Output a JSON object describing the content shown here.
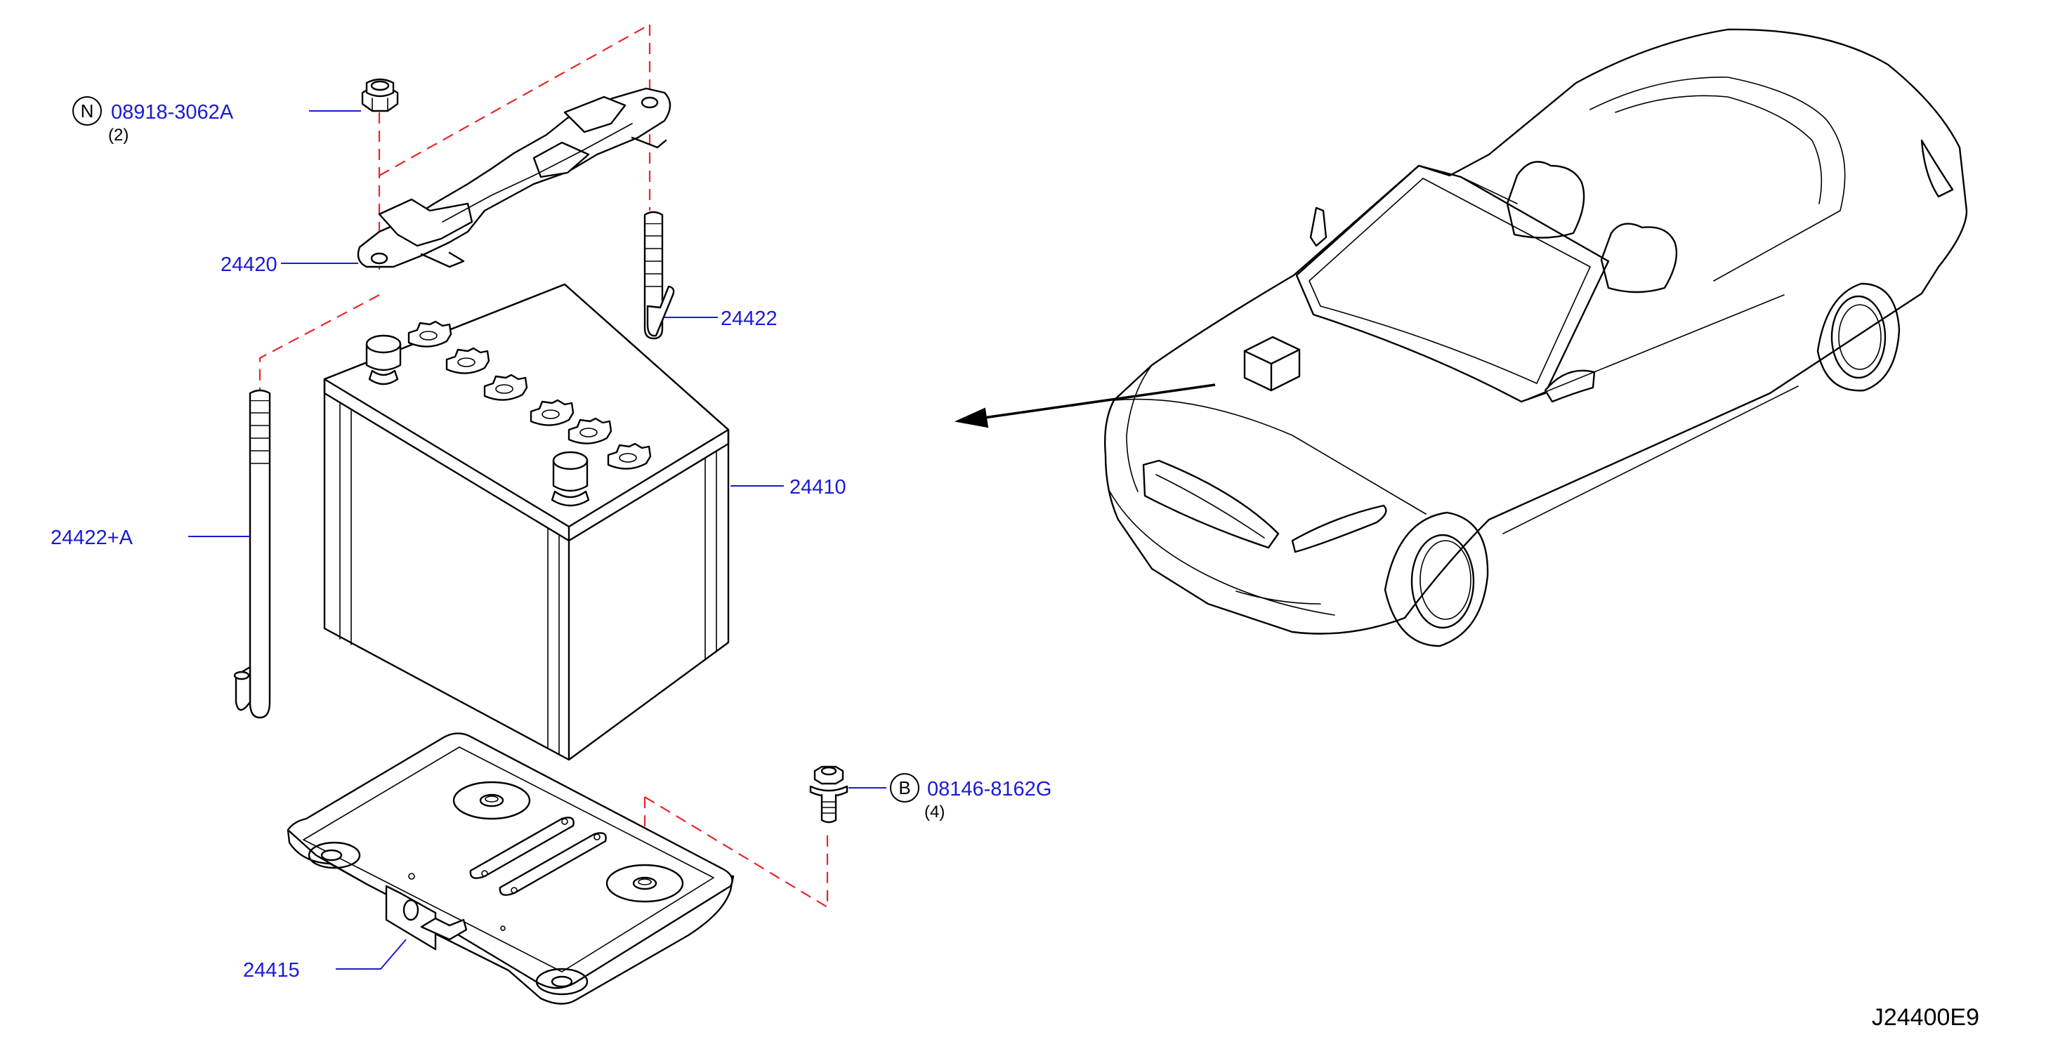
{
  "diagram_code": "J24400E9",
  "colors": {
    "label": "#1a1ad6",
    "line": "#000000",
    "dashed_guide": "#e8262a",
    "background": "#ffffff"
  },
  "parts": [
    {
      "id": "nut",
      "number": "08918-3062A",
      "badge": "N",
      "qty": "(2)"
    },
    {
      "id": "frame",
      "number": "24420"
    },
    {
      "id": "rod",
      "number": "24422"
    },
    {
      "id": "battery",
      "number": "24410"
    },
    {
      "id": "rod-a",
      "number": "24422+A"
    },
    {
      "id": "bolt",
      "number": "08146-8162G",
      "badge": "B",
      "qty": "(4)"
    },
    {
      "id": "tray",
      "number": "24415"
    }
  ]
}
